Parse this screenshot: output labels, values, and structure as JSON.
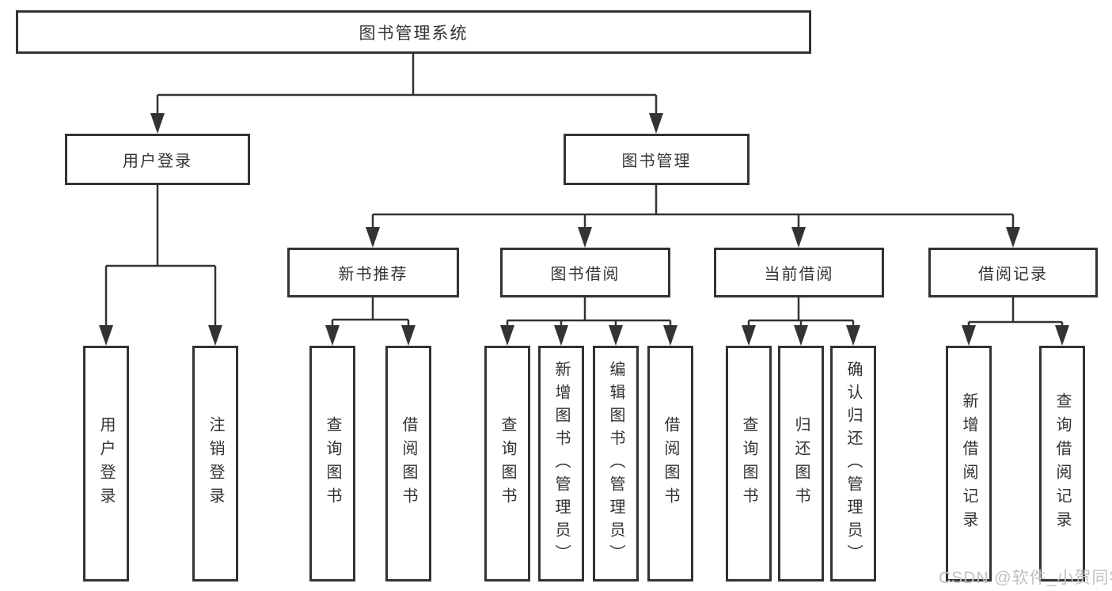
{
  "tree": {
    "root": {
      "label": "图书管理系统"
    },
    "branches": [
      {
        "label": "用户登录",
        "leaves": [
          {
            "label": "用户登录"
          },
          {
            "label": "注销登录"
          }
        ]
      },
      {
        "label": "图书管理",
        "groups": [
          {
            "label": "新书推荐",
            "leaves": [
              {
                "label": "查询图书"
              },
              {
                "label": "借阅图书"
              }
            ]
          },
          {
            "label": "图书借阅",
            "leaves": [
              {
                "label": "查询图书"
              },
              {
                "label": "新增图书（管理员）"
              },
              {
                "label": "编辑图书（管理员）"
              },
              {
                "label": "借阅图书"
              }
            ]
          },
          {
            "label": "当前借阅",
            "leaves": [
              {
                "label": "查询图书"
              },
              {
                "label": "归还图书"
              },
              {
                "label": "确认归还（管理员）"
              }
            ]
          },
          {
            "label": "借阅记录",
            "leaves": [
              {
                "label": "新增借阅记录"
              },
              {
                "label": "查询借阅记录"
              }
            ]
          }
        ]
      }
    ]
  },
  "watermark": {
    "text": "CSDN @软件_小贺同学"
  },
  "colors": {
    "line": "#333333",
    "text": "#333333",
    "background": "#ffffff",
    "watermark": "#c2c2c2"
  }
}
